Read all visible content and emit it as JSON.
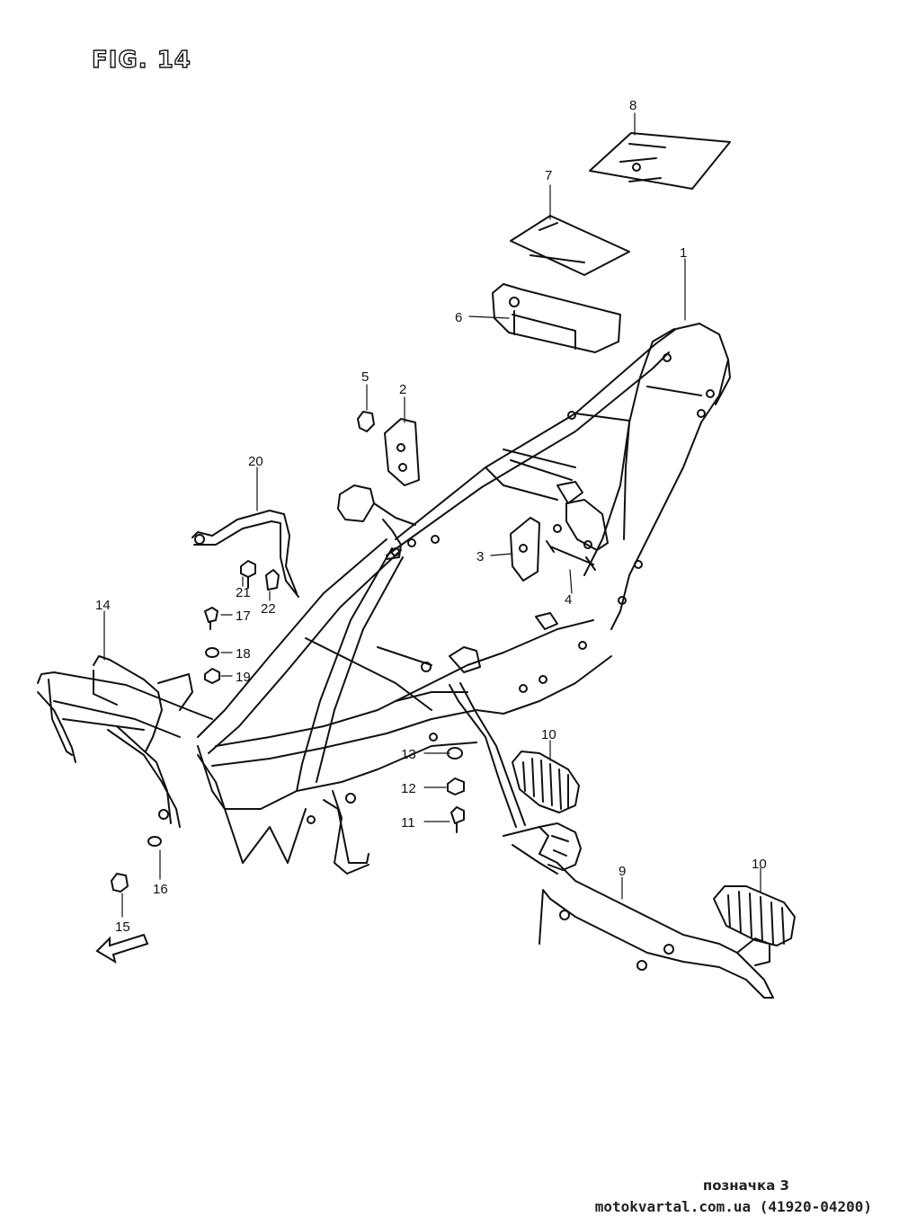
{
  "title": "FIG. 14",
  "callouts": [
    {
      "id": "c1",
      "label": "1"
    },
    {
      "id": "c2",
      "label": "2"
    },
    {
      "id": "c3",
      "label": "3"
    },
    {
      "id": "c4",
      "label": "4"
    },
    {
      "id": "c5",
      "label": "5"
    },
    {
      "id": "c6",
      "label": "6"
    },
    {
      "id": "c7",
      "label": "7"
    },
    {
      "id": "c8",
      "label": "8"
    },
    {
      "id": "c9",
      "label": "9"
    },
    {
      "id": "c10a",
      "label": "10"
    },
    {
      "id": "c10b",
      "label": "10"
    },
    {
      "id": "c11",
      "label": "11"
    },
    {
      "id": "c12",
      "label": "12"
    },
    {
      "id": "c13",
      "label": "13"
    },
    {
      "id": "c14",
      "label": "14"
    },
    {
      "id": "c15",
      "label": "15"
    },
    {
      "id": "c16",
      "label": "16"
    },
    {
      "id": "c17",
      "label": "17"
    },
    {
      "id": "c18",
      "label": "18"
    },
    {
      "id": "c19",
      "label": "19"
    },
    {
      "id": "c20",
      "label": "20"
    },
    {
      "id": "c21",
      "label": "21"
    },
    {
      "id": "c22",
      "label": "22"
    }
  ],
  "footer": {
    "label": "позначка 3",
    "source": "motokvartal.com.ua (41920-04200)"
  },
  "icons": {
    "front_arrow": "front-arrow-icon"
  }
}
